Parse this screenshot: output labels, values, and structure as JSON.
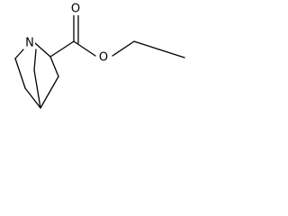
{
  "structure": {
    "atoms": {
      "n1": "N",
      "o_carbonyl": "O",
      "o_ester": "O"
    }
  },
  "colors": {
    "bond": "#000000",
    "background": "#ffffff"
  }
}
